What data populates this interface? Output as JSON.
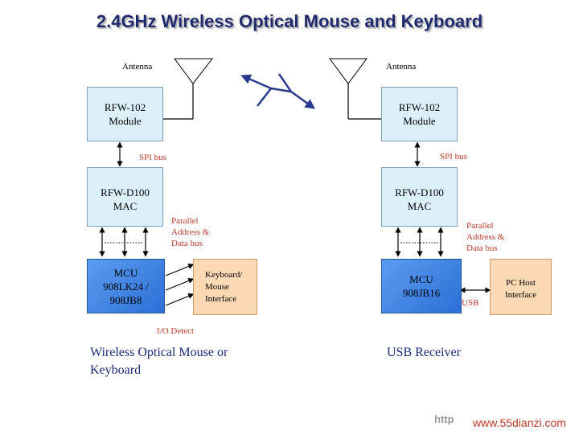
{
  "title": "2.4GHz Wireless Optical Mouse and Keyboard",
  "left": {
    "antenna": "Antenna",
    "rf_module": "RFW-102\nModule",
    "spi_bus": "SPI bus",
    "mac": "RFW-D100\nMAC",
    "parallel_bus": "Parallel\nAddress &\nData bus",
    "mcu": "MCU\n908LK24 /\n908JB8",
    "keyboard_interface": "Keyboard/\nMouse\nInterface",
    "io_detect": "I/O Detect",
    "caption": "Wireless Optical Mouse or\nKeyboard"
  },
  "right": {
    "antenna": "Antenna",
    "rf_module": "RFW-102\nModule",
    "spi_bus": "SPI bus",
    "mac": "RFW-D100\nMAC",
    "parallel_bus": "Parallel\nAddress &\nData bus",
    "mcu": "MCU\n908JB16",
    "usb": "USB",
    "pc_host": "PC Host\nInterface",
    "caption": "USB Receiver"
  },
  "footer": {
    "http": "http",
    "url": "www.55dianzi.com"
  },
  "colors": {
    "module_fill": "#dcf0fa",
    "mcu_fill": "#3f86e6",
    "interface_fill": "#fcd9b5",
    "link_color": "#2a3b8f",
    "label_red": "#c0392b"
  }
}
